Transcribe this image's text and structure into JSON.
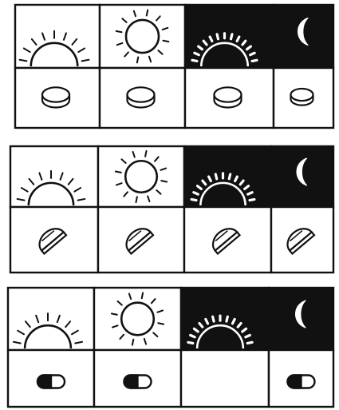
{
  "schedules": [
    {
      "id": "row-1",
      "times": [
        "sunrise",
        "noon",
        "sunset",
        "night"
      ],
      "medication": [
        "tablet",
        "tablet",
        "tablet",
        "tablet"
      ],
      "form": "round-tablet"
    },
    {
      "id": "row-2",
      "times": [
        "sunrise",
        "noon",
        "sunset",
        "night"
      ],
      "medication": [
        "half-tablet",
        "half-tablet",
        "half-tablet",
        "half-tablet"
      ],
      "form": "split-tablet"
    },
    {
      "id": "row-3",
      "times": [
        "sunrise",
        "noon",
        "sunset",
        "night"
      ],
      "medication": [
        "capsule",
        "capsule",
        "none",
        "capsule"
      ],
      "form": "capsule"
    }
  ],
  "colors": {
    "ink": "#111111",
    "paper": "#ffffff"
  },
  "icons": [
    "sunrise-icon",
    "sun-icon",
    "sunset-icon",
    "moon-icon",
    "tablet-icon",
    "half-tablet-icon",
    "capsule-icon"
  ]
}
